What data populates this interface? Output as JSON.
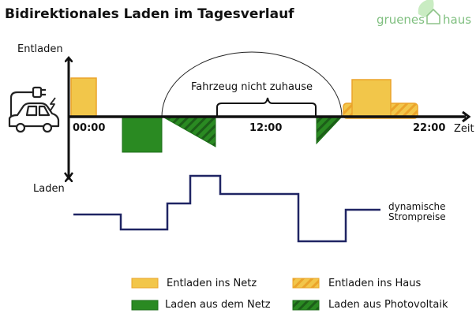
{
  "title": "Bidirektionales Laden im Tagesverlauf",
  "logo": {
    "left": "gruenes",
    "right": "haus",
    "color": "#7fbf7f"
  },
  "axis": {
    "up_label": "Entladen",
    "down_label": "Laden",
    "x_label": "Zeit",
    "ticks": [
      "00:00",
      "12:00",
      "22:00"
    ]
  },
  "away_label": "Fahrzeug nicht zuhause",
  "price_label": [
    "dynamische",
    "Strompreise"
  ],
  "legend": [
    {
      "label": "Entladen ins Netz",
      "pattern": "solid",
      "color": "#f2c64a"
    },
    {
      "label": "Entladen ins Haus",
      "pattern": "hatched",
      "color": "#f2c64a"
    },
    {
      "label": "Laden aus dem Netz",
      "pattern": "solid",
      "color": "#2a8a22"
    },
    {
      "label": "Laden aus Photovoltaik",
      "pattern": "hatched",
      "color": "#2a8a22"
    }
  ],
  "colors": {
    "orange": "#f2c64a",
    "orange_border": "#eba42a",
    "green": "#2a8a22",
    "green_dark": "#1c5e18",
    "price_line": "#1f2463"
  }
}
